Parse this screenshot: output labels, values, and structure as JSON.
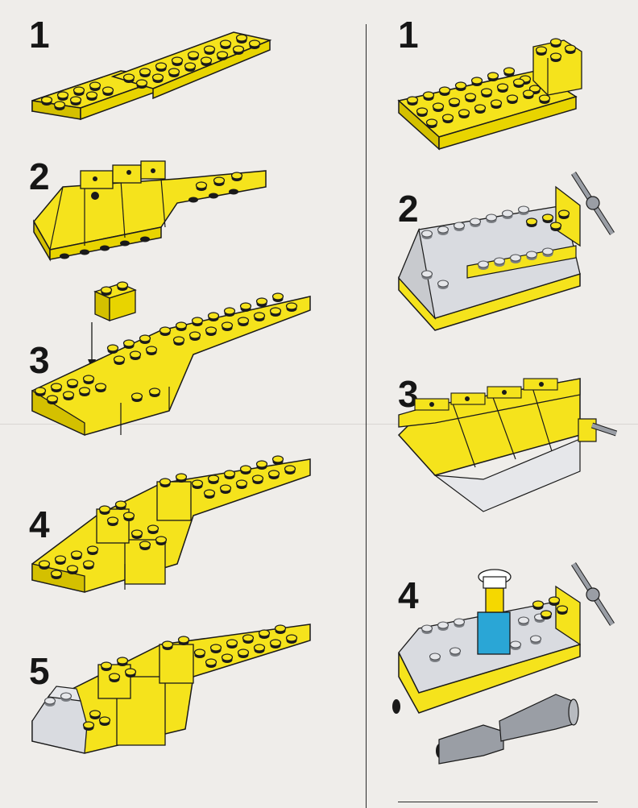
{
  "left_column": {
    "steps": [
      {
        "number": "1"
      },
      {
        "number": "2"
      },
      {
        "number": "3"
      },
      {
        "number": "4"
      },
      {
        "number": "5"
      }
    ]
  },
  "right_column": {
    "steps": [
      {
        "number": "1"
      },
      {
        "number": "2"
      },
      {
        "number": "3"
      },
      {
        "number": "4"
      }
    ]
  },
  "colors": {
    "brick_yellow": "#f5e31c",
    "brick_yellow_dark": "#c9b400",
    "transparent_clear": "#d9dbe0",
    "propeller_grey": "#9a9ea5",
    "minifig_torso": "#2aa6d6",
    "minifig_cap": "#ffffff",
    "minifig_face": "#f5d800"
  }
}
